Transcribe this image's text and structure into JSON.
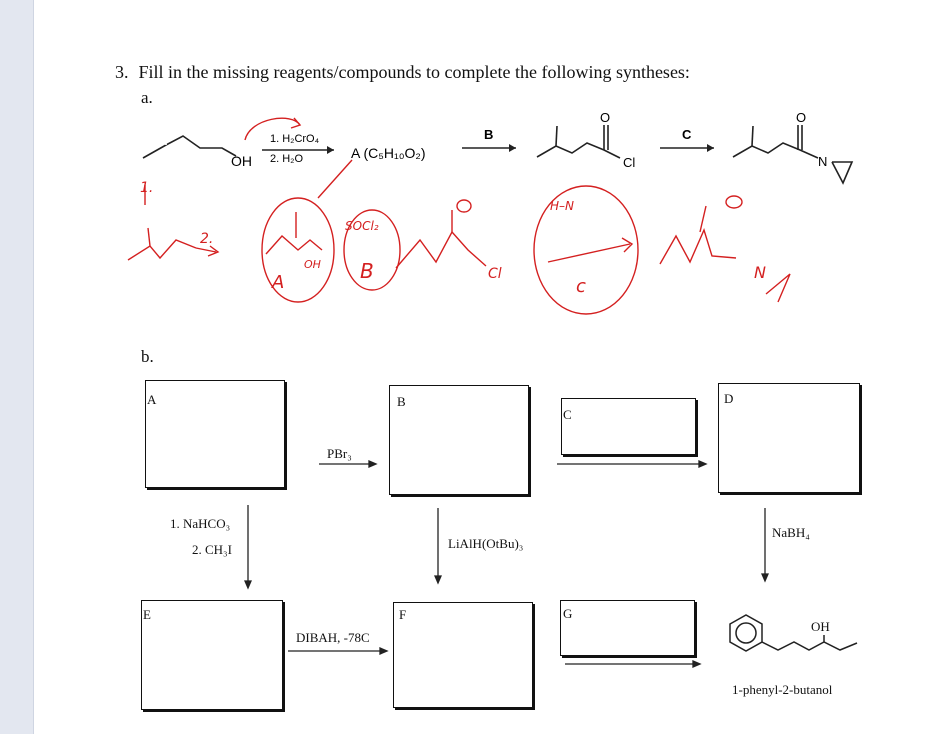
{
  "question": {
    "number": "3.",
    "text": "Fill in the missing reagents/compounds to complete the following syntheses:"
  },
  "part_a": {
    "label": "a.",
    "reagent_step1": "1. H₂CrO₄",
    "reagent_step2": "2. H₂O",
    "oh_label": "OH",
    "compound_A": "A (C₅H₁₀O₂)",
    "arrow_B": "B",
    "cl_label": "Cl",
    "arrow_C": "C",
    "n_label": "N",
    "o_label": "O",
    "hand_notes": {
      "step1": "1.",
      "step2": "2.",
      "A": "A",
      "B": "B",
      "C": "c",
      "socl2": "SOCl₂",
      "oh": "OH",
      "cl": "Cl",
      "hn": "H–N",
      "n": "N"
    }
  },
  "part_b": {
    "label": "b.",
    "boxes": {
      "A": "A",
      "B": "B",
      "C": "C",
      "D": "D",
      "E": "E",
      "F": "F",
      "G": "G"
    },
    "reagents": {
      "pbr3": "PBr₃",
      "nahco3": "1. NaHCO₃",
      "ch3i": "2. CH₃I",
      "lialh": "LiAlH(OtBu)₃",
      "nabh4": "NaBH₄",
      "dibah": "DIBAH, -78C"
    },
    "product": {
      "oh": "OH",
      "name": "1-phenyl-2-butanol"
    }
  }
}
